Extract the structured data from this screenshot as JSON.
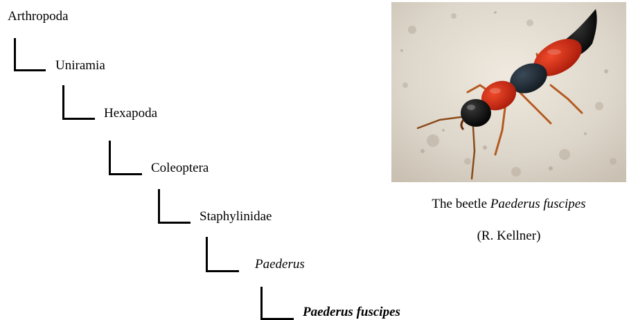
{
  "taxonomy": {
    "ranks": [
      {
        "label": "Arthropoda"
      },
      {
        "label": "Uniramia"
      },
      {
        "label": "Hexapoda"
      },
      {
        "label": "Coleoptera"
      },
      {
        "label": "Staphylinidae"
      },
      {
        "label": "Paederus"
      },
      {
        "label": "Paederus fuscipes"
      }
    ]
  },
  "photo": {
    "caption_prefix": "The beetle ",
    "caption_species": "Paederus fuscipes",
    "credit": "(R. Kellner)",
    "colors": {
      "background_rock": "#e3ddd3",
      "beetle_orange": "#cc2a12",
      "beetle_black": "#111111",
      "wing_covers": "#1f2a33"
    }
  }
}
